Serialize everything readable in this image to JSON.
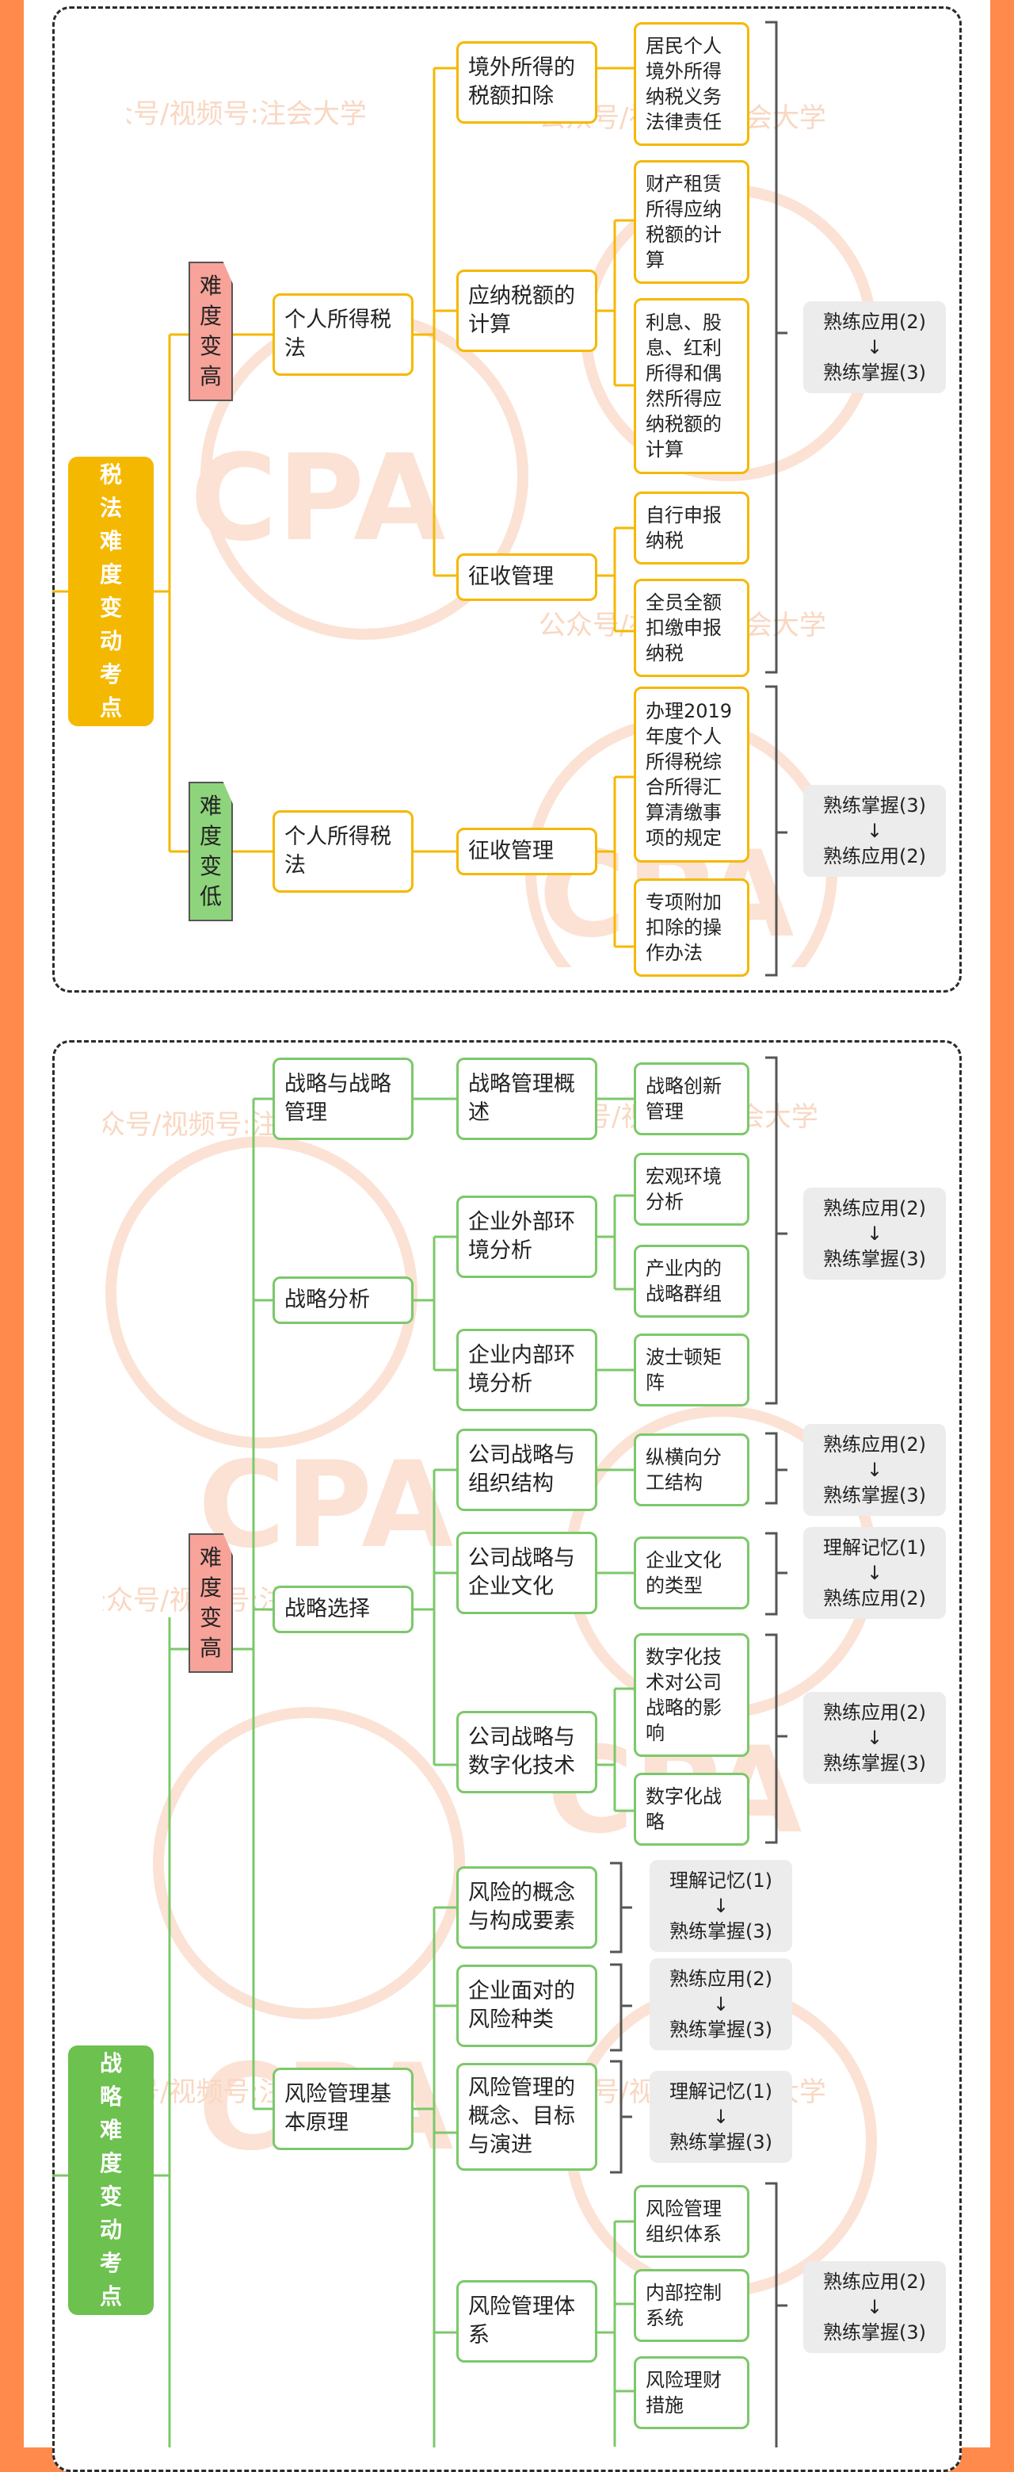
{
  "colors": {
    "frame": "#ff8a4c",
    "tax_root": "#f5b800",
    "strategy_root": "#6cc14f",
    "up_tag": "#f7a39a",
    "down_tag": "#8ed47c",
    "tax_border": "#f5b800",
    "strategy_border": "#7cc86a"
  },
  "watermark": {
    "line1": "公众号/视频号:注会大学",
    "line2": "公众号/视频号:注会大学",
    "brand": "CPA"
  },
  "tax": {
    "root": "税\n法\n难\n度\n变\n动\n考\n点",
    "up_tag": "难\n度\n变\n高",
    "down_tag": "难\n度\n变\n低",
    "up_l2": "个人所得税\n法",
    "up_l3_a": "境外所得的\n税额扣除",
    "up_l3_b": "应纳税额的\n计算",
    "up_l3_c": "征收管理",
    "leaf_1": "居民个人\n境外所得\n纳税义务\n法律责任",
    "leaf_2": "财产租赁\n所得应纳\n税额的计\n算",
    "leaf_3": "利息、股\n息、红利\n所得和偶\n然所得应\n纳税额的\n计算",
    "leaf_4": "自行申报\n纳税",
    "leaf_5": "全员全额\n扣缴申报\n纳税",
    "up_level": {
      "from": "熟练应用(2)",
      "arrow": "↓",
      "to": "熟练掌握(3)"
    },
    "down_l2": "个人所得税\n法",
    "down_l3": "征收管理",
    "leaf_6": "办理2019\n年度个人\n所得税综\n合所得汇\n算清缴事\n项的规定",
    "leaf_7": "专项附加\n扣除的操\n作办法",
    "down_level": {
      "from": "熟练掌握(3)",
      "arrow": "↓",
      "to": "熟练应用(2)"
    }
  },
  "strategy": {
    "root": "战\n略\n难\n度\n变\n动\n考\n点",
    "up_tag": "难\n度\n变\n高",
    "l2_a": "战略与战略\n管理",
    "l2_b": "战略分析",
    "l2_c": "战略选择",
    "l2_d": "风险管理基\n本原理",
    "l3_a": "战略管理概\n述",
    "l3_b": "企业外部环\n境分析",
    "l3_c": "企业内部环\n境分析",
    "l3_d": "公司战略与\n组织结构",
    "l3_e": "公司战略与\n企业文化",
    "l3_f": "公司战略与\n数字化技术",
    "l3_g": "风险的概念\n与构成要素",
    "l3_h": "企业面对的\n风险种类",
    "l3_i": "风险管理的\n概念、目标\n与演进",
    "l3_j": "风险管理体\n系",
    "leaf_a": "战略创新\n管理",
    "leaf_b": "宏观环境\n分析",
    "leaf_c": "产业内的\n战略群组",
    "leaf_d": "波士顿矩\n阵",
    "leaf_e": "纵横向分\n工结构",
    "leaf_f": "企业文化\n的类型",
    "leaf_g": "数字化技\n术对公司\n战略的影\n响",
    "leaf_h": "数字化战\n略",
    "leaf_i": "风险管理\n组织体系",
    "leaf_j": "内部控制\n系统",
    "leaf_k": "风险理财\n措施",
    "lv1": {
      "from": "熟练应用(2)",
      "arrow": "↓",
      "to": "熟练掌握(3)"
    },
    "lv2": {
      "from": "熟练应用(2)",
      "arrow": "↓",
      "to": "熟练掌握(3)"
    },
    "lv3": {
      "from": "理解记忆(1)",
      "arrow": "↓",
      "to": "熟练应用(2)"
    },
    "lv4": {
      "from": "熟练应用(2)",
      "arrow": "↓",
      "to": "熟练掌握(3)"
    },
    "lv5": {
      "from": "理解记忆(1)",
      "arrow": "↓",
      "to": "熟练掌握(3)"
    },
    "lv6": {
      "from": "熟练应用(2)",
      "arrow": "↓",
      "to": "熟练掌握(3)"
    },
    "lv7": {
      "from": "理解记忆(1)",
      "arrow": "↓",
      "to": "熟练掌握(3)"
    },
    "lv8": {
      "from": "熟练应用(2)",
      "arrow": "↓",
      "to": "熟练掌握(3)"
    }
  }
}
